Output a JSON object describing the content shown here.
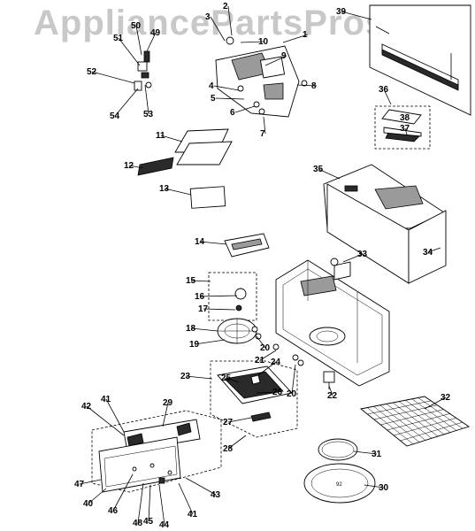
{
  "watermark": "AppliancePartsPros.com",
  "callouts": [
    {
      "id": "1",
      "label": "1"
    },
    {
      "id": "2",
      "label": "2"
    },
    {
      "id": "3",
      "label": "3"
    },
    {
      "id": "4",
      "label": "4"
    },
    {
      "id": "5",
      "label": "5"
    },
    {
      "id": "6",
      "label": "6"
    },
    {
      "id": "7",
      "label": "7"
    },
    {
      "id": "8",
      "label": "8"
    },
    {
      "id": "9",
      "label": "9"
    },
    {
      "id": "10",
      "label": "10"
    },
    {
      "id": "11",
      "label": "11"
    },
    {
      "id": "12",
      "label": "12"
    },
    {
      "id": "13",
      "label": "13"
    },
    {
      "id": "14",
      "label": "14"
    },
    {
      "id": "15",
      "label": "15"
    },
    {
      "id": "16",
      "label": "16"
    },
    {
      "id": "17",
      "label": "17"
    },
    {
      "id": "18",
      "label": "18"
    },
    {
      "id": "19",
      "label": "19"
    },
    {
      "id": "20a",
      "label": "20"
    },
    {
      "id": "20b",
      "label": "20"
    },
    {
      "id": "21",
      "label": "21"
    },
    {
      "id": "22",
      "label": "22"
    },
    {
      "id": "23",
      "label": "23"
    },
    {
      "id": "24",
      "label": "24"
    },
    {
      "id": "25",
      "label": "25"
    },
    {
      "id": "26",
      "label": "26"
    },
    {
      "id": "27",
      "label": "27"
    },
    {
      "id": "28",
      "label": "28"
    },
    {
      "id": "29",
      "label": "29"
    },
    {
      "id": "30",
      "label": "30"
    },
    {
      "id": "31",
      "label": "31"
    },
    {
      "id": "32",
      "label": "32"
    },
    {
      "id": "33",
      "label": "33"
    },
    {
      "id": "34",
      "label": "34"
    },
    {
      "id": "35",
      "label": "35"
    },
    {
      "id": "36",
      "label": "36"
    },
    {
      "id": "37",
      "label": "37"
    },
    {
      "id": "38",
      "label": "38"
    },
    {
      "id": "39",
      "label": "39"
    },
    {
      "id": "40",
      "label": "40"
    },
    {
      "id": "41a",
      "label": "41"
    },
    {
      "id": "41b",
      "label": "41"
    },
    {
      "id": "42",
      "label": "42"
    },
    {
      "id": "43",
      "label": "43"
    },
    {
      "id": "44",
      "label": "44"
    },
    {
      "id": "45",
      "label": "45"
    },
    {
      "id": "46",
      "label": "46"
    },
    {
      "id": "47",
      "label": "47"
    },
    {
      "id": "48",
      "label": "48"
    },
    {
      "id": "49",
      "label": "49"
    },
    {
      "id": "50",
      "label": "50"
    },
    {
      "id": "51",
      "label": "51"
    },
    {
      "id": "52",
      "label": "52"
    },
    {
      "id": "53",
      "label": "53"
    },
    {
      "id": "54",
      "label": "54"
    }
  ],
  "turntable_mark": "92"
}
